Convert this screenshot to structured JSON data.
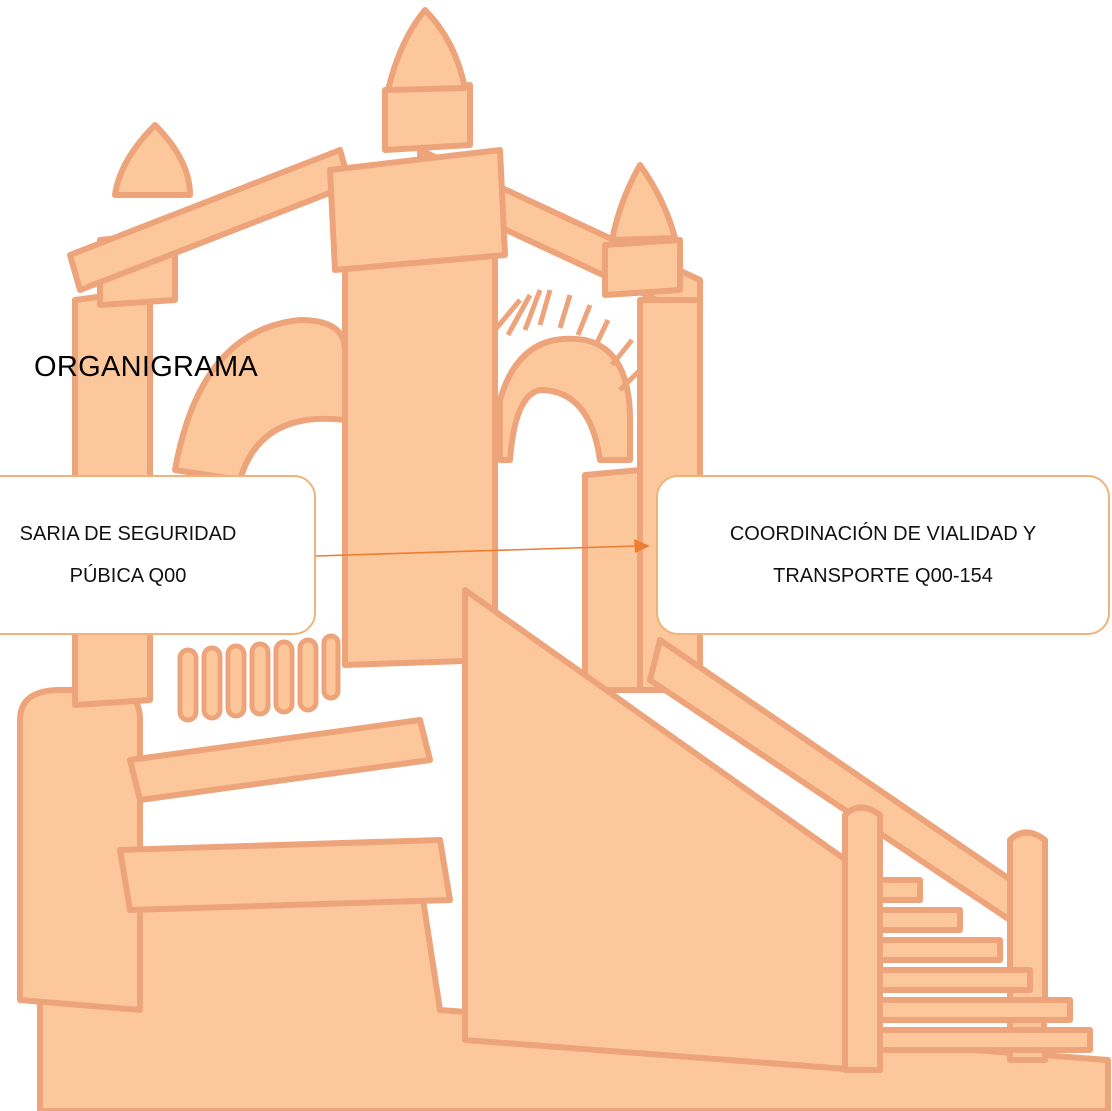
{
  "title": "ORGANIGRAMA",
  "boxes": {
    "source": {
      "line1": "SARIA DE SEGURIDAD",
      "line2": "PÚBICA Q00"
    },
    "target": {
      "line1": "COORDINACIÓN DE VIALIDAD Y",
      "line2": "TRANSPORTE Q00-154"
    }
  },
  "colors": {
    "watermark_fill": "#fcc89b",
    "watermark_stroke": "#eda47a",
    "box_border": "#f0b27a",
    "arrow": "#ed7d31",
    "text": "#000000"
  },
  "icons": {
    "watermark": "arched-monument-with-staircase"
  }
}
